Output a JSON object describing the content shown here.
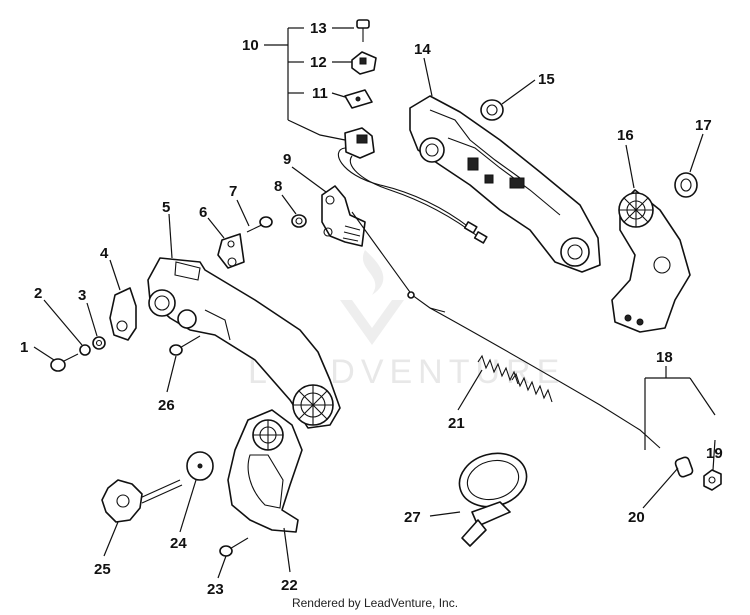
{
  "watermark": "LEADVENTURE",
  "footer": "Rendered by LeadVenture, Inc.",
  "callouts": {
    "c1": "1",
    "c2": "2",
    "c3": "3",
    "c4": "4",
    "c5": "5",
    "c6": "6",
    "c7": "7",
    "c8": "8",
    "c9": "9",
    "c10": "10",
    "c11": "11",
    "c12": "12",
    "c13": "13",
    "c14": "14",
    "c15": "15",
    "c16": "16",
    "c17": "17",
    "c18": "18",
    "c19": "19",
    "c20": "20",
    "c21": "21",
    "c22": "22",
    "c23": "23",
    "c24": "24",
    "c25": "25",
    "c26": "26",
    "c27": "27"
  }
}
